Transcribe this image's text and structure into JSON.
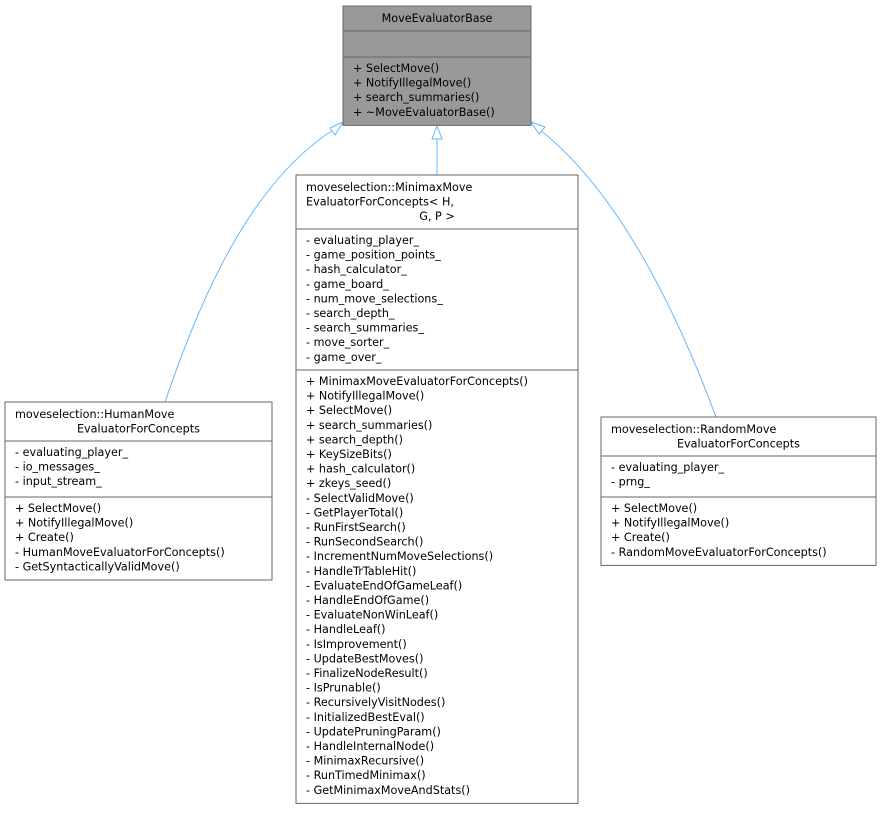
{
  "colors": {
    "base_fill": "#999999",
    "box_stroke": "#666666",
    "edge": "#63b8ff"
  },
  "classes": {
    "base": {
      "title": [
        "MoveEvaluatorBase"
      ],
      "attributes": [],
      "methods": [
        "+ SelectMove()",
        "+ NotifyIllegalMove()",
        "+ search_summaries()",
        "+ ~MoveEvaluatorBase()"
      ]
    },
    "minimax": {
      "title": [
        "moveselection::MinimaxMove",
        "EvaluatorForConcepts< H,",
        "G, P >"
      ],
      "attributes": [
        "- evaluating_player_",
        "- game_position_points_",
        "- hash_calculator_",
        "- game_board_",
        "- num_move_selections_",
        "- search_depth_",
        "- search_summaries_",
        "- move_sorter_",
        "- game_over_"
      ],
      "methods": [
        "+ MinimaxMoveEvaluatorForConcepts()",
        "+ NotifyIllegalMove()",
        "+ SelectMove()",
        "+ search_summaries()",
        "+ search_depth()",
        "+ KeySizeBits()",
        "+ hash_calculator()",
        "+ zkeys_seed()",
        "- SelectValidMove()",
        "- GetPlayerTotal()",
        "- RunFirstSearch()",
        "- RunSecondSearch()",
        "- IncrementNumMoveSelections()",
        "- HandleTrTableHit()",
        "- EvaluateEndOfGameLeaf()",
        "- HandleEndOfGame()",
        "- EvaluateNonWinLeaf()",
        "- HandleLeaf()",
        "- IsImprovement()",
        "- UpdateBestMoves()",
        "- FinalizeNodeResult()",
        "- IsPrunable()",
        "- RecursivelyVisitNodes()",
        "- InitializedBestEval()",
        "- UpdatePruningParam()",
        "- HandleInternalNode()",
        "- MinimaxRecursive()",
        "- RunTimedMinimax()",
        "- GetMinimaxMoveAndStats()"
      ]
    },
    "human": {
      "title": [
        "moveselection::HumanMove",
        "EvaluatorForConcepts"
      ],
      "attributes": [
        "- evaluating_player_",
        "- io_messages_",
        "- input_stream_"
      ],
      "methods": [
        "+ SelectMove()",
        "+ NotifyIllegalMove()",
        "+ Create()",
        "- HumanMoveEvaluatorForConcepts()",
        "- GetSyntacticallyValidMove()"
      ]
    },
    "random": {
      "title": [
        "moveselection::RandomMove",
        "EvaluatorForConcepts"
      ],
      "attributes": [
        "- evaluating_player_",
        "- prng_"
      ],
      "methods": [
        "+ SelectMove()",
        "+ NotifyIllegalMove()",
        "+ Create()",
        "- RandomMoveEvaluatorForConcepts()"
      ]
    }
  }
}
